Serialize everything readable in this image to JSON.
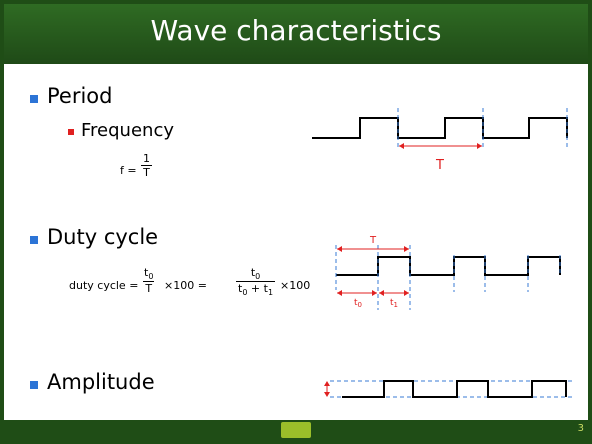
{
  "slide": {
    "title": "Wave characteristics",
    "page_number": "3"
  },
  "bullets": {
    "period": "Period",
    "frequency": "Frequency",
    "duty_cycle": "Duty cycle",
    "amplitude": "Amplitude"
  },
  "formulas": {
    "freq_lhs": "f =",
    "freq_num": "1",
    "freq_den": "T",
    "duty_lhs": "duty cycle =",
    "duty_num1": "t",
    "duty_num1_sub": "0",
    "duty_den1": "T",
    "duty_mult1": "×100 =",
    "duty_num2": "t",
    "duty_num2_sub": "0",
    "duty_den2_a": "t",
    "duty_den2_a_sub": "0",
    "duty_den2_plus": " + t",
    "duty_den2_b_sub": "1",
    "duty_mult2": "×100"
  },
  "diagram_labels": {
    "period_T": "T",
    "duty_T": "T",
    "t0": "t",
    "t0_sub": "0",
    "t1": "t",
    "t1_sub": "1"
  },
  "colors": {
    "title_bg": "#2f6b23",
    "frame": "#1f4d16",
    "bullet": "#2c74d6",
    "sub_bullet": "#e02020",
    "annotation": "#e02020",
    "guide": "#3a7bd5"
  }
}
